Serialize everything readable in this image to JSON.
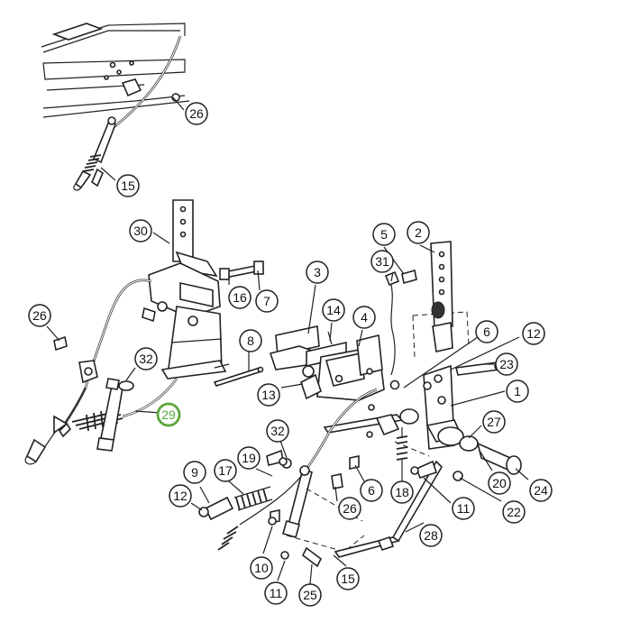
{
  "callouts": [
    {
      "id": "c-26-a",
      "label": "26"
    },
    {
      "id": "c-15-a",
      "label": "15"
    },
    {
      "id": "c-30",
      "label": "30"
    },
    {
      "id": "c-26-b",
      "label": "26"
    },
    {
      "id": "c-32-a",
      "label": "32"
    },
    {
      "id": "c-29",
      "label": "29",
      "highlighted": true
    },
    {
      "id": "c-16",
      "label": "16"
    },
    {
      "id": "c-7",
      "label": "7"
    },
    {
      "id": "c-8",
      "label": "8"
    },
    {
      "id": "c-3",
      "label": "3"
    },
    {
      "id": "c-14",
      "label": "14"
    },
    {
      "id": "c-4",
      "label": "4"
    },
    {
      "id": "c-13",
      "label": "13"
    },
    {
      "id": "c-5",
      "label": "5"
    },
    {
      "id": "c-2",
      "label": "2"
    },
    {
      "id": "c-31",
      "label": "31"
    },
    {
      "id": "c-6-a",
      "label": "6"
    },
    {
      "id": "c-12-a",
      "label": "12"
    },
    {
      "id": "c-23",
      "label": "23"
    },
    {
      "id": "c-1",
      "label": "1"
    },
    {
      "id": "c-27",
      "label": "27"
    },
    {
      "id": "c-20",
      "label": "20"
    },
    {
      "id": "c-24",
      "label": "24"
    },
    {
      "id": "c-22",
      "label": "22"
    },
    {
      "id": "c-11-a",
      "label": "11"
    },
    {
      "id": "c-18",
      "label": "18"
    },
    {
      "id": "c-6-b",
      "label": "6"
    },
    {
      "id": "c-26-c",
      "label": "26"
    },
    {
      "id": "c-32-b",
      "label": "32"
    },
    {
      "id": "c-19",
      "label": "19"
    },
    {
      "id": "c-17",
      "label": "17"
    },
    {
      "id": "c-9",
      "label": "9"
    },
    {
      "id": "c-12-b",
      "label": "12"
    },
    {
      "id": "c-10",
      "label": "10"
    },
    {
      "id": "c-11-b",
      "label": "11"
    },
    {
      "id": "c-25",
      "label": "25"
    },
    {
      "id": "c-15-b",
      "label": "15"
    },
    {
      "id": "c-28",
      "label": "28"
    }
  ],
  "colors": {
    "highlight": "#5aa63b",
    "line": "#222222",
    "background": "#ffffff"
  }
}
